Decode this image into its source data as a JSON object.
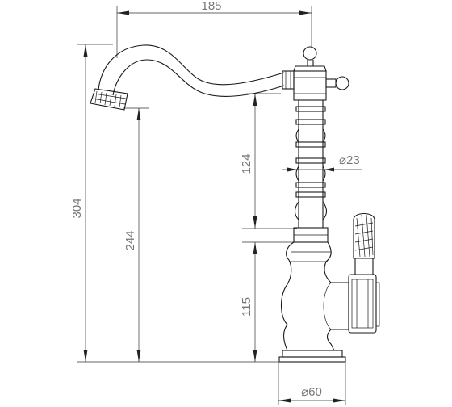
{
  "drawing": {
    "dimensions": {
      "top_width": "185",
      "total_height": "304",
      "spout_height": "244",
      "column_height": "124",
      "diameter_column": "⌀23",
      "base_height": "115",
      "diameter_base": "⌀60"
    }
  }
}
